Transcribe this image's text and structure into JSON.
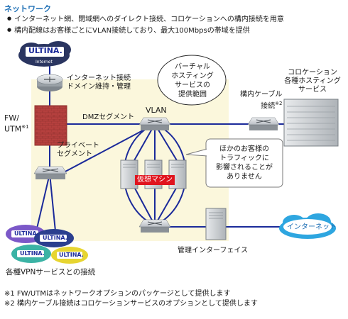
{
  "title": "ネットワーク",
  "bullets": [
    "インターネット網、閉域網へのダイレクト接続、コロケーションへの構内接続を用意",
    "構内配線はお客様ごとにVLAN接続しており、最大100Mbpsの帯域を提供"
  ],
  "labels": {
    "internet_connection": [
      "インターネット接続",
      "ドメイン維持・管理"
    ],
    "fw": [
      "FW/",
      "UTM"
    ],
    "fw_note": "※1",
    "dmz": "DMZセグメント",
    "vlan": "VLAN",
    "private": [
      "プライベート",
      "セグメント"
    ],
    "virtual_machine": "仮想マシン",
    "management": "管理インターフェイス",
    "vpn": "各種VPNサービスとの接続",
    "internet_cloud": "インターネット",
    "colocation": [
      "コロケーション",
      "各種ホスティング",
      "サービス"
    ],
    "campus_cable": [
      "構内ケーブル",
      "接続"
    ],
    "campus_note": "※2",
    "hosting_range": [
      "バーチャル",
      "ホスティング",
      "サービスの",
      "提供範囲"
    ],
    "traffic_note": [
      "ほかのお客様の",
      "トラフィックに",
      "影響されることが",
      "ありません"
    ],
    "ultina_top": "ULTINA.",
    "ultina_top_sub": "Internet",
    "ultina_vpn": [
      "ULTINA.",
      "ULTINA.",
      "ULTINA.",
      "ULTINA."
    ]
  },
  "footnotes": [
    "※1 FW/UTMはネットワークオプションのパッケージとして提供します",
    "※2 構内ケーブル接続はコロケーションサービスのオプションとして提供します"
  ],
  "colors": {
    "title": "#1e6fb5",
    "line": "#1b2a9a",
    "firewall": "#b5403e",
    "zone": "#fbf7dc",
    "vm_label_bg": "#e0141e",
    "cloud": "#2ea6e0"
  }
}
